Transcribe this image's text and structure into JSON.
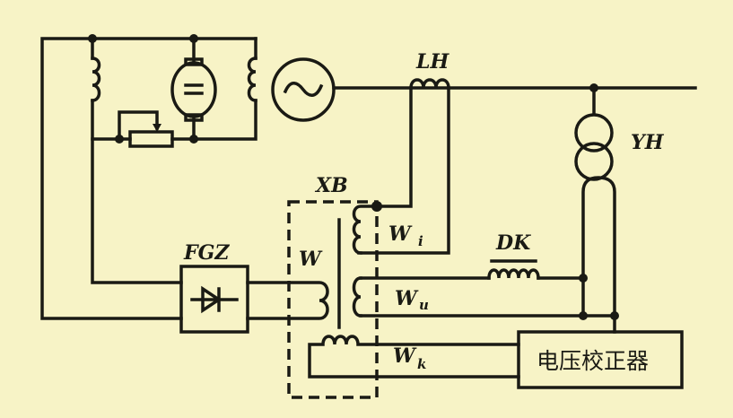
{
  "labels": {
    "lh": "LH",
    "yh": "YH",
    "xb": "XB",
    "fgz": "FGZ",
    "w": "W",
    "wi": "W",
    "wi_sub": "i",
    "dk": "DK",
    "wu": "W",
    "wu_sub": "u",
    "wk": "W",
    "wk_sub": "k",
    "corrector": "电压校正器"
  },
  "colors": {
    "paper": "#f7f3c6",
    "ink": "#1a1a14"
  }
}
